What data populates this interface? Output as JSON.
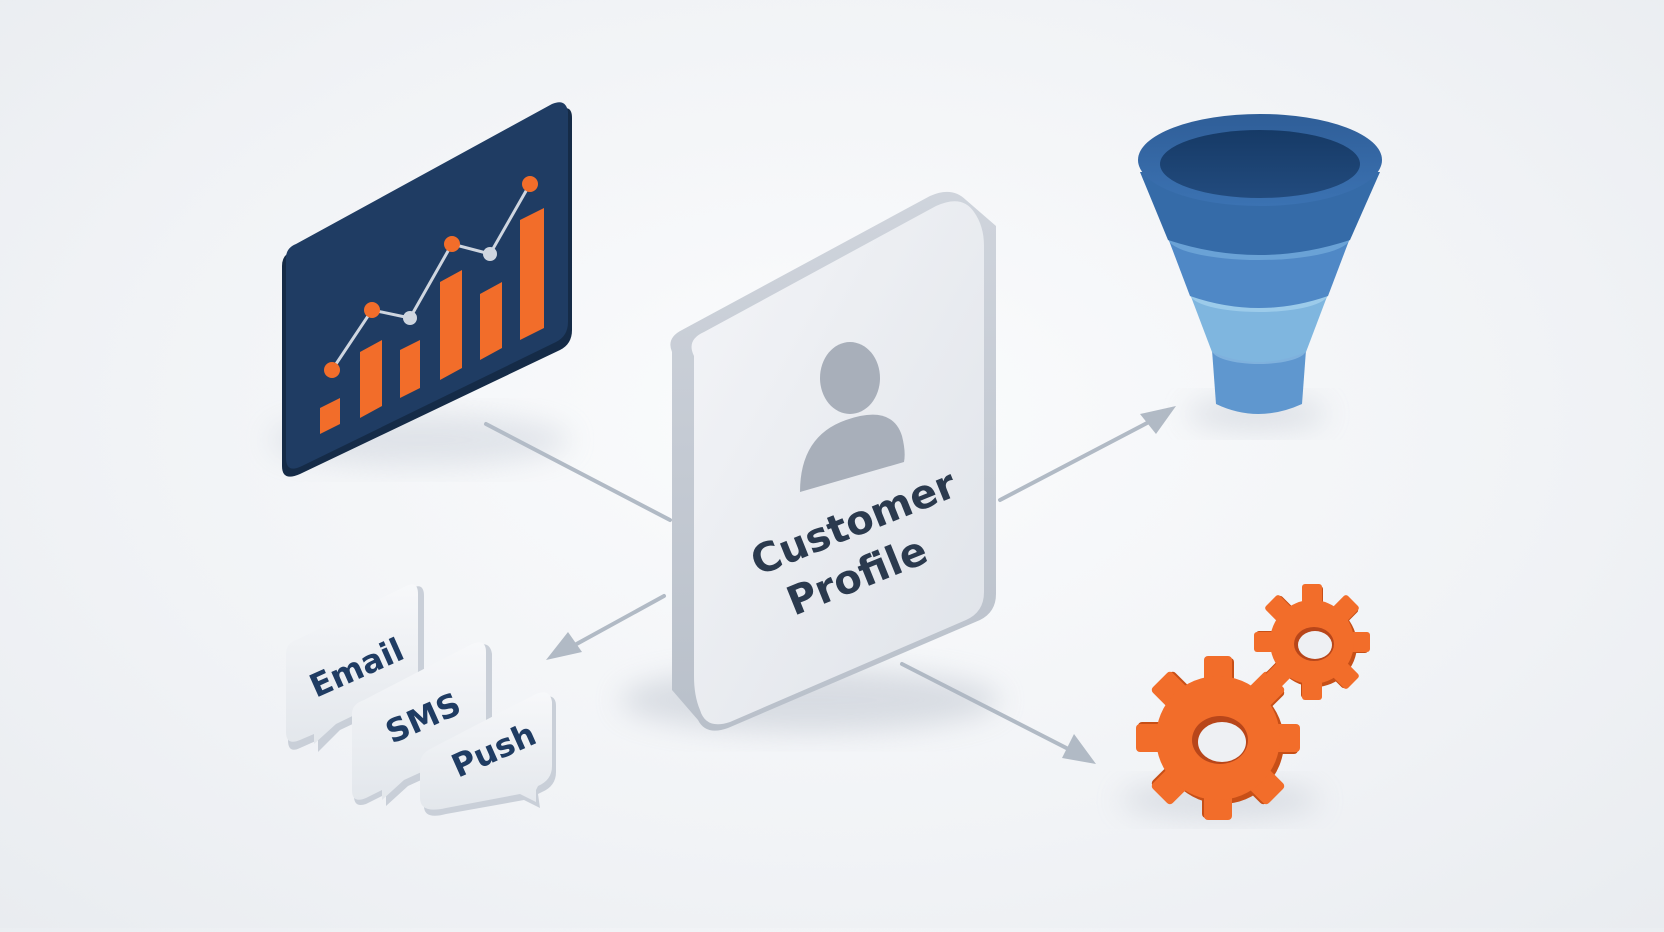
{
  "hub": {
    "label_line1": "Customer",
    "label_line2": "Profile"
  },
  "channels": [
    {
      "label": "Email"
    },
    {
      "label": "SMS"
    },
    {
      "label": "Push"
    }
  ],
  "icons": {
    "analytics": "analytics-chart-icon",
    "funnel": "funnel-icon",
    "gears": "gears-icon",
    "person": "person-icon"
  },
  "colors": {
    "navy": "#1f3c63",
    "orange": "#f26d2a",
    "funnel_blue": "#3b6fb0",
    "card": "#e6e9ee",
    "text": "#2b3a4e",
    "connector": "#a9b3bf"
  }
}
